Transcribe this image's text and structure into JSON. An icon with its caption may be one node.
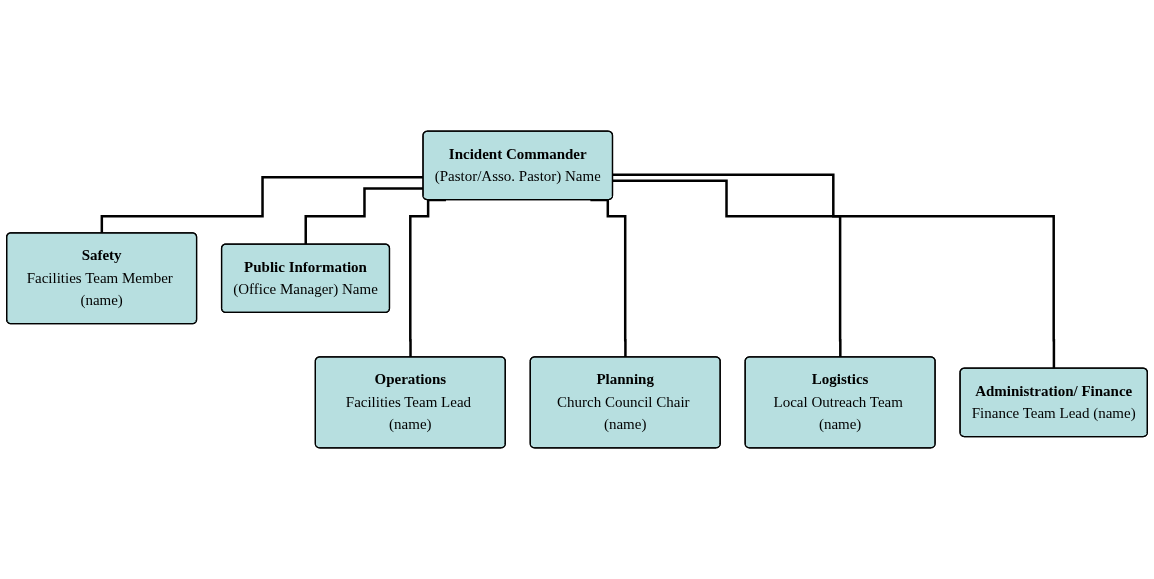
{
  "diagram": {
    "nodes": [
      {
        "text": [
          "Incident Commander",
          "(Pastor/Asso. Pastor) Name"
        ]
      },
      {
        "text": [
          "Safety",
          "Facilities Team Member (name)"
        ]
      },
      {
        "text": [
          "Public Information",
          "(Office Manager) Name"
        ]
      },
      {
        "text": [
          "Operations",
          "Facilities Team Lead (name)"
        ]
      },
      {
        "text": [
          "Planning",
          "Church Council Chair (name)"
        ]
      },
      {
        "text": [
          "Logistics",
          "Local Outreach Team (name)"
        ]
      },
      {
        "text": [
          "Administration/ Finance",
          "Finance Team Lead (name)"
        ]
      }
    ],
    "edges": [
      {
        "from": 0,
        "to": 1,
        "arrow": "none"
      },
      {
        "from": 0,
        "to": 2,
        "arrow": "none"
      },
      {
        "from": 0,
        "to": 3,
        "arrow": "none"
      },
      {
        "from": 0,
        "to": 4,
        "arrow": "none"
      },
      {
        "from": 0,
        "to": 5,
        "arrow": "none"
      },
      {
        "from": 0,
        "to": 6,
        "arrow": "none"
      }
    ]
  }
}
